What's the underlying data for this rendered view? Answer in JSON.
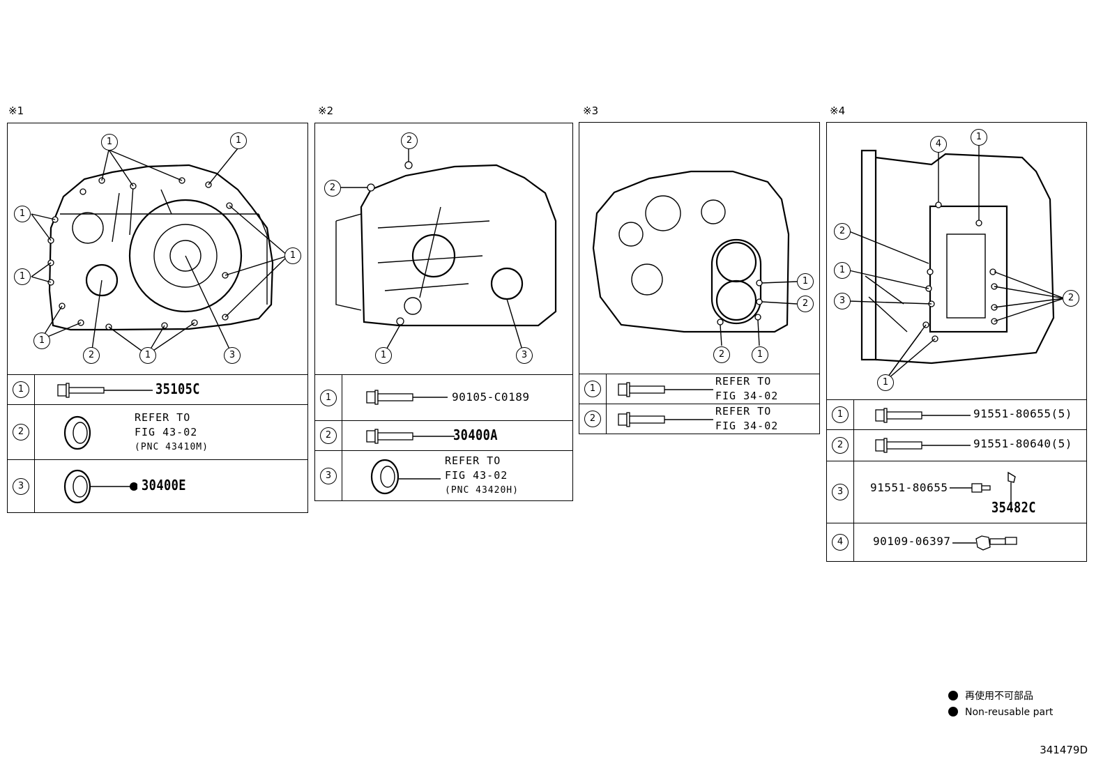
{
  "panels": [
    {
      "mark": "※1",
      "callouts": [
        "1",
        "1",
        "1",
        "1",
        "1",
        "1",
        "1",
        "2",
        "3"
      ],
      "rows": [
        {
          "num": "1",
          "part": "35105C",
          "type": "bolt"
        },
        {
          "num": "2",
          "ref_lines": [
            "REFER TO",
            "FIG 43-02"
          ],
          "pnc": "(PNC 43410M)",
          "type": "seal"
        },
        {
          "num": "3",
          "part": "30400E",
          "non_reusable": true,
          "type": "seal"
        }
      ]
    },
    {
      "mark": "※2",
      "callouts": [
        "2",
        "2",
        "1",
        "3"
      ],
      "rows": [
        {
          "num": "1",
          "part": "90105-C0189",
          "type": "bolt"
        },
        {
          "num": "2",
          "part": "30400A",
          "type": "bolt"
        },
        {
          "num": "3",
          "ref_lines": [
            "REFER TO",
            "FIG 43-02"
          ],
          "pnc": "(PNC 43420H)",
          "type": "seal"
        }
      ]
    },
    {
      "mark": "※3",
      "callouts": [
        "1",
        "2",
        "2",
        "1"
      ],
      "rows": [
        {
          "num": "1",
          "ref_lines": [
            "REFER TO",
            "FIG 34-02"
          ],
          "type": "bolt"
        },
        {
          "num": "2",
          "ref_lines": [
            "REFER TO",
            "FIG 34-02"
          ],
          "type": "bolt"
        }
      ]
    },
    {
      "mark": "※4",
      "callouts": [
        "4",
        "1",
        "2",
        "1",
        "3",
        "2",
        "1"
      ],
      "rows": [
        {
          "num": "1",
          "part": "91551-80655(5)",
          "type": "bolt"
        },
        {
          "num": "2",
          "part": "91551-80640(5)",
          "type": "bolt"
        },
        {
          "num": "3",
          "part": "91551-80655",
          "part2": "35482C",
          "type": "bracket"
        },
        {
          "num": "4",
          "part": "90109-06397",
          "type": "stud"
        }
      ]
    }
  ],
  "legend": {
    "line_jp": "再使用不可部品",
    "line_en": "Non-reusable part"
  },
  "figure_id": "341479D"
}
